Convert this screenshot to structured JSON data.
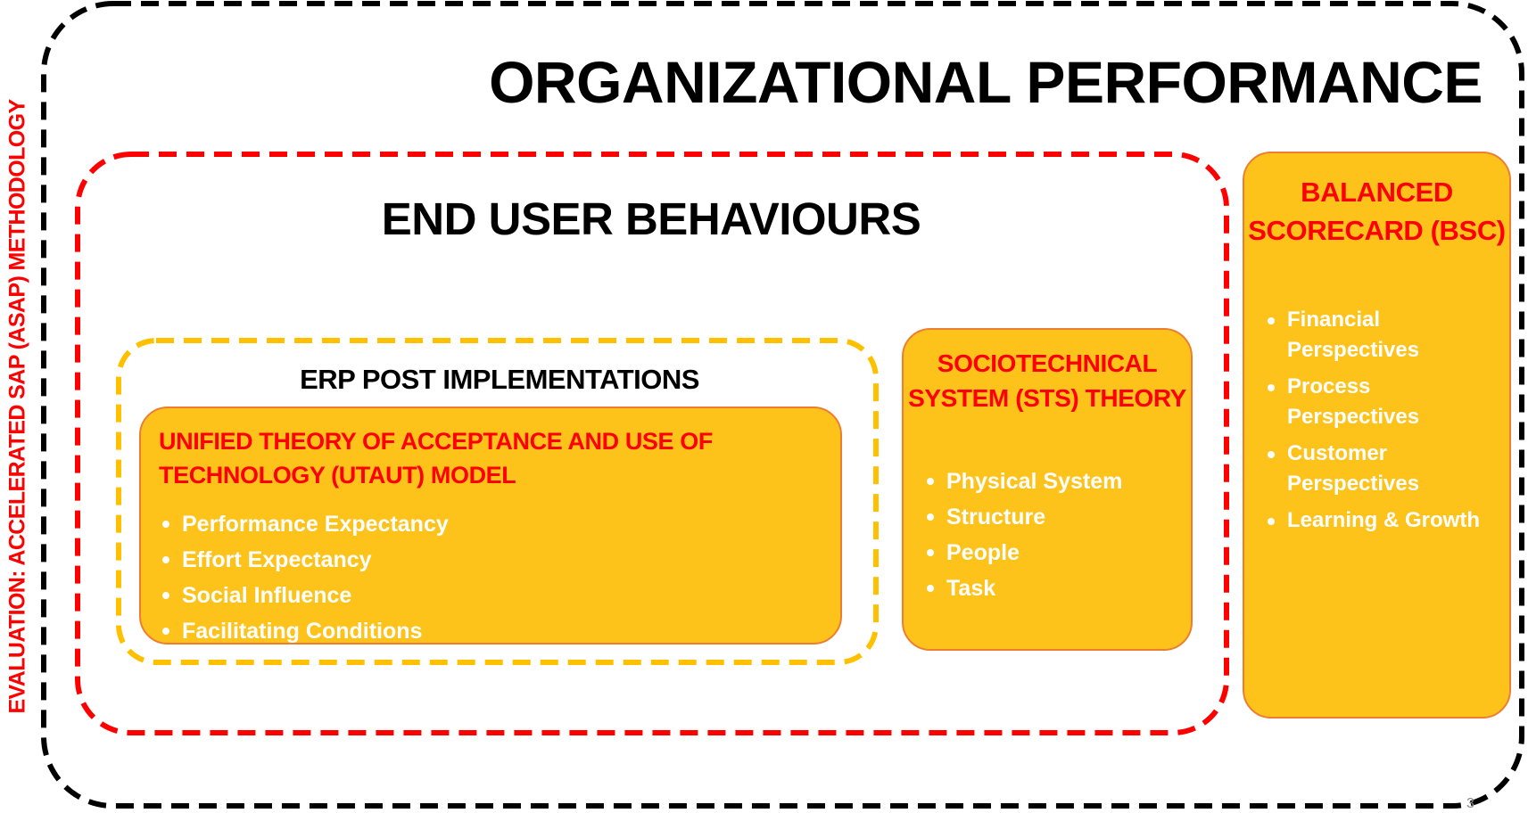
{
  "side_label": "EVALUATION: ACCELERATED SAP (ASAP) METHODOLOGY",
  "frames": {
    "outer": {
      "label": "ORGANIZATIONAL PERFORMANCE",
      "border_color": "#000000"
    },
    "end_user": {
      "label": "END USER BEHAVIOURS",
      "border_color": "#ff0000"
    },
    "erp": {
      "label": "ERP POST IMPLEMENTATIONS",
      "border_color": "#ffc000"
    }
  },
  "cards": {
    "utaut": {
      "title": "UNIFIED THEORY OF ACCEPTANCE AND USE OF TECHNOLOGY (UTAUT) MODEL",
      "items": [
        "Performance Expectancy",
        "Effort Expectancy",
        "Social Influence",
        "Facilitating Conditions"
      ]
    },
    "sts": {
      "title": "SOCIOTECHNICAL SYSTEM (STS) THEORY",
      "items": [
        "Physical System",
        "Structure",
        "People",
        "Task"
      ]
    },
    "bsc": {
      "title": "BALANCED SCORECARD (BSC)",
      "items": [
        "Financial Perspectives",
        "Process Perspectives",
        "Customer Perspectives",
        "Learning & Growth"
      ]
    }
  },
  "colors": {
    "card_fill": "#fec31b",
    "card_border": "#ed7d31",
    "card_title": "#ff0000",
    "bullet_text": "#ffffff"
  },
  "page_number": "3"
}
